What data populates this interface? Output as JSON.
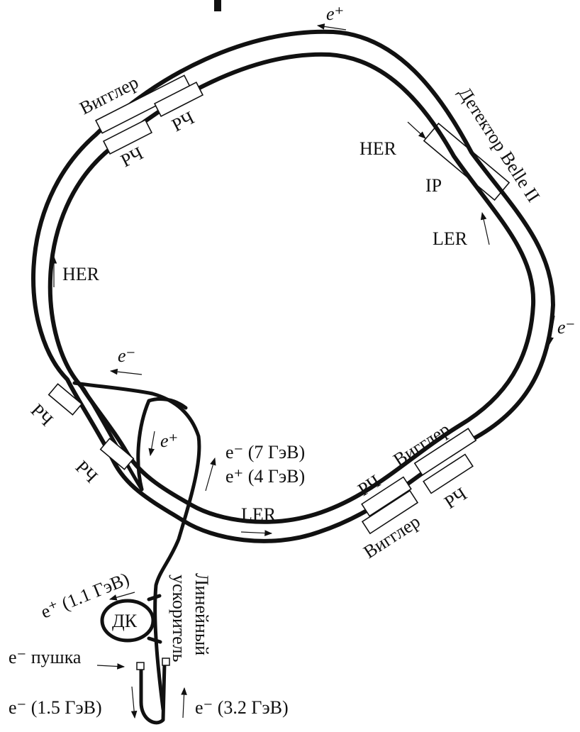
{
  "labels": {
    "wiggler": "Вигглер",
    "rf": "РЧ",
    "detector": "Детектор Belle II",
    "ip": "IP",
    "her": "HER",
    "ler": "LER",
    "e_plus": "e⁺",
    "e_minus": "e⁻",
    "e_minus_7gev": "e⁻ (7 ГэВ)",
    "e_plus_4gev": "e⁺ (4 ГэВ)",
    "e_plus_1_1gev": "e⁺ (1.1 ГэВ)",
    "damping_ring": "ДК",
    "linac_line1": "Линейный",
    "linac_line2": "ускоритель",
    "gun": "e⁻ пушка",
    "e_minus_1_5gev": "e⁻ (1.5 ГэВ)",
    "e_minus_3_2gev": "e⁻ (3.2 ГэВ)"
  }
}
